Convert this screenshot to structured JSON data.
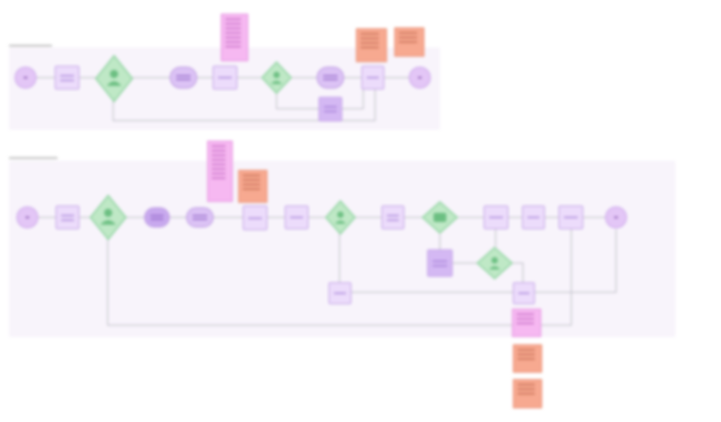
{
  "canvas": {
    "background": "#ffffff",
    "blurred": true
  },
  "colors": {
    "lane": "#f8f4fb",
    "event": "#e3c6f6",
    "task": "#ecdcfb",
    "task_dark": "#d4b8f3",
    "gateway": "#bfe8c6",
    "gateway_stroke": "#8fd3a0",
    "note_pink": "#f6b8f1",
    "note_orange": "#f7a990",
    "connector": "#bcbcc4"
  },
  "lanes": [
    {
      "id": "lane-1",
      "kind": "process lane"
    },
    {
      "id": "lane-2",
      "kind": "process lane"
    }
  ],
  "icons": [
    "person-icon",
    "checkmark-icon"
  ]
}
